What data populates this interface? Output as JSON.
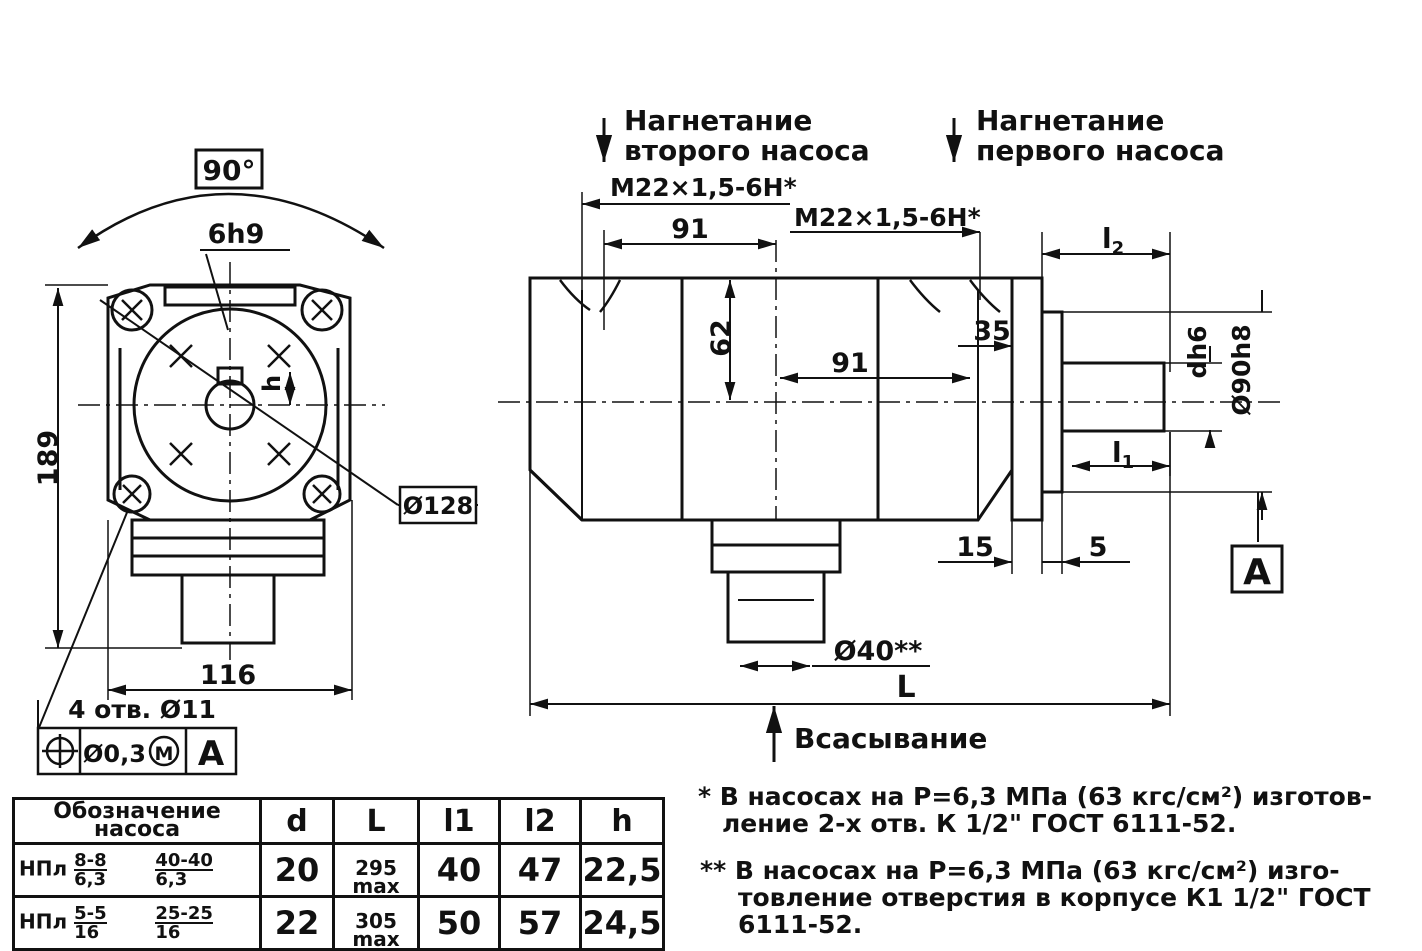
{
  "left_view": {
    "angle_label": "90°",
    "key_width_label": "6h9",
    "key_height_label": "h",
    "height_label": "189",
    "width_label": "116",
    "diameter_label": "Ø128",
    "holes_label": "4 отв. Ø11",
    "tolerance": {
      "value": "Ø0,3",
      "modifier": "M",
      "datum": "A"
    }
  },
  "right_view": {
    "outlet2_label": [
      "Нагнетание",
      "второго насоса"
    ],
    "outlet1_label": [
      "Нагнетание",
      "первого насоса"
    ],
    "thread1_label": "M22×1,5-6H*",
    "thread2_label": "M22×1,5-6H*",
    "dim_91_top": "91",
    "dim_91_mid": "91",
    "dim_62": "62",
    "dim_35": "35",
    "dim_15": "15",
    "dim_5": "5",
    "dim_l2": "l",
    "dim_l2_sub": "2",
    "dim_l1": "l",
    "dim_l1_sub": "1",
    "dim_dh6": "dh6",
    "dim_d90": "Ø90h8",
    "dim_d40": "Ø40**",
    "dim_L": "L",
    "datum_A": "A",
    "suction_label": "Всасывание"
  },
  "notes": {
    "note1": [
      "* В насосах на Р=6,3 МПа (63 кгс/см²) изготов-",
      "ление 2-х отв. К 1/2\" ГОСТ 6111-52."
    ],
    "note2": [
      "** В насосах на Р=6,3 МПа (63 кгс/см²) изго-",
      "товление отверстия в корпусе К1 1/2\" ГОСТ",
      "6111-52."
    ]
  },
  "table": {
    "headers": [
      "Обозначение насоса",
      "d",
      "L",
      "l1",
      "l2",
      "h"
    ],
    "rows": [
      {
        "prefix": "НПл",
        "n1": "8-8",
        "d1": "6,3",
        "n2": "40-40",
        "d2": "6,3",
        "d": "20",
        "L": "295",
        "L_note": "max",
        "l1": "40",
        "l2": "47",
        "h": "22,5"
      },
      {
        "prefix": "НПл",
        "n1": "5-5",
        "d1": "16",
        "n2": "25-25",
        "d2": "16",
        "d": "22",
        "L": "305",
        "L_note": "max",
        "l1": "50",
        "l2": "57",
        "h": "24,5"
      }
    ]
  }
}
